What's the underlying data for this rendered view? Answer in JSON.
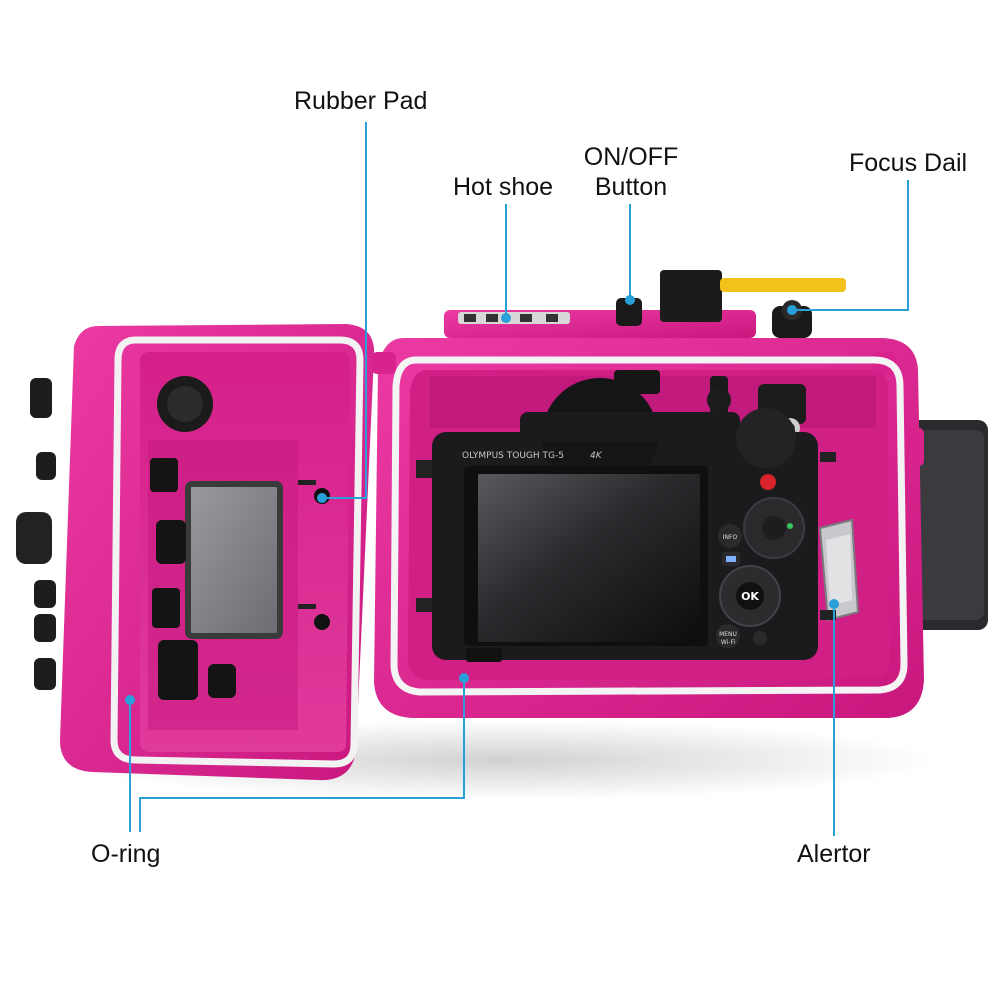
{
  "callouts": {
    "rubber_pad": "Rubber Pad",
    "hot_shoe": "Hot shoe",
    "on_off_line1": "ON/OFF",
    "on_off_line2": "Button",
    "focus_dial": "Focus Dail",
    "o_ring": "O-ring",
    "alertor": "Alertor"
  },
  "camera": {
    "brand": "OLYMPUS TOUGH TG-5",
    "badge": "4K",
    "info_button": "INFO",
    "ok_button": "OK",
    "menu_button_line1": "MENU",
    "menu_button_line2": "Wi-Fi"
  },
  "colors": {
    "housing": "#e0208e",
    "housing_dark": "#a8136a",
    "callout_line": "#2aa0d8",
    "o_ring": "#f4f4f4",
    "camera_body": "#1b1b1d"
  }
}
